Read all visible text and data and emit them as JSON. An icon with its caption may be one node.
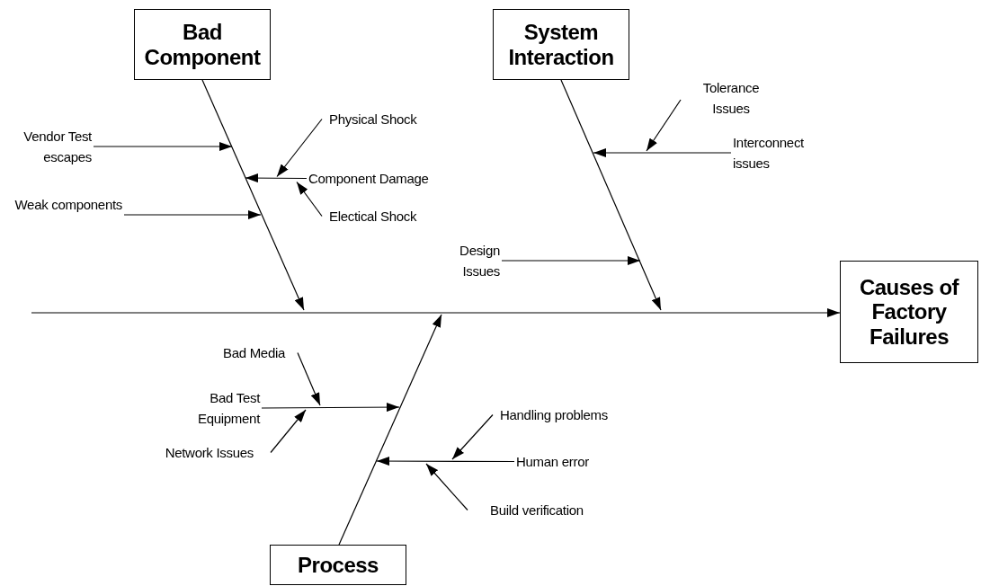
{
  "diagram": {
    "nodes": [
      {
        "text": [
          "Bad Component"
        ]
      },
      {
        "text": [
          "System Interaction"
        ]
      },
      {
        "text": [
          "Causes of Factory Failures"
        ]
      },
      {
        "text": [
          "Process"
        ]
      },
      {
        "text": [
          "Vendor Test escapes"
        ]
      },
      {
        "text": [
          "Physical Shock"
        ]
      },
      {
        "text": [
          "Component Damage"
        ]
      },
      {
        "text": [
          "Electical Shock"
        ]
      },
      {
        "text": [
          "Weak components"
        ]
      },
      {
        "text": [
          "Tolerance Issues"
        ]
      },
      {
        "text": [
          "Interconnect issues"
        ]
      },
      {
        "text": [
          "Design Issues"
        ]
      },
      {
        "text": [
          "Bad Media"
        ]
      },
      {
        "text": [
          "Bad Test Equipment"
        ]
      },
      {
        "text": [
          "Network Issues"
        ]
      },
      {
        "text": [
          "Handling problems"
        ]
      },
      {
        "text": [
          "Human error"
        ]
      },
      {
        "text": [
          "Build verification"
        ]
      }
    ],
    "edges": [
      {
        "from": null,
        "to": 2,
        "arrow": "to"
      },
      {
        "from": 0,
        "to": null,
        "arrow": "to"
      },
      {
        "from": 1,
        "to": null,
        "arrow": "to"
      },
      {
        "from": 3,
        "to": null,
        "arrow": "to"
      },
      {
        "from": 4,
        "to": null,
        "arrow": "to"
      },
      {
        "from": 5,
        "to": 6,
        "arrow": "to"
      },
      {
        "from": 6,
        "to": null,
        "arrow": "to"
      },
      {
        "from": 7,
        "to": 6,
        "arrow": "to"
      },
      {
        "from": 8,
        "to": null,
        "arrow": "to"
      },
      {
        "from": 9,
        "to": null,
        "arrow": "to"
      },
      {
        "from": 10,
        "to": null,
        "arrow": "to"
      },
      {
        "from": 11,
        "to": null,
        "arrow": "to"
      },
      {
        "from": 12,
        "to": null,
        "arrow": "to"
      },
      {
        "from": 13,
        "to": null,
        "arrow": "to"
      },
      {
        "from": 14,
        "to": null,
        "arrow": "to"
      },
      {
        "from": 15,
        "to": null,
        "arrow": "to"
      },
      {
        "from": 16,
        "to": null,
        "arrow": "to"
      },
      {
        "from": 17,
        "to": null,
        "arrow": "to"
      }
    ]
  }
}
